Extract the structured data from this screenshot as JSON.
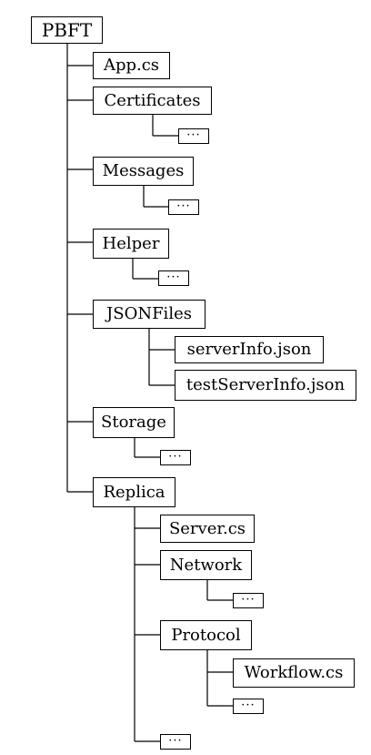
{
  "tree": {
    "root": "PBFT",
    "app_cs": "App.cs",
    "certificates": "Certificates",
    "certificates_child": "···",
    "messages": "Messages",
    "messages_child": "···",
    "helper": "Helper",
    "helper_child": "···",
    "jsonfiles": "JSONFiles",
    "server_info": "serverInfo.json",
    "test_server_info": "testServerInfo.json",
    "storage": "Storage",
    "storage_child": "···",
    "replica": "Replica",
    "server_cs": "Server.cs",
    "network": "Network",
    "network_child": "···",
    "protocol": "Protocol",
    "workflow_cs": "Workflow.cs",
    "protocol_child": "···",
    "replica_child": "···"
  }
}
